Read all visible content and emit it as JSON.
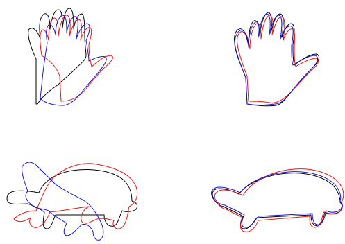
{
  "figure": {
    "colors": {
      "black": "#000000",
      "red": "#ee1111",
      "blue": "#1515dd"
    },
    "panels": [
      {
        "id": "hand-unaligned",
        "shape": "hand",
        "state": "unaligned",
        "curves": [
          "black",
          "red",
          "blue"
        ]
      },
      {
        "id": "hand-aligned",
        "shape": "hand",
        "state": "aligned",
        "curves": [
          "black",
          "red",
          "blue"
        ]
      },
      {
        "id": "turtle-unaligned",
        "shape": "turtle",
        "state": "unaligned",
        "curves": [
          "black",
          "red",
          "blue"
        ]
      },
      {
        "id": "turtle-aligned",
        "shape": "turtle",
        "state": "aligned",
        "curves": [
          "black",
          "red",
          "blue"
        ]
      }
    ]
  }
}
